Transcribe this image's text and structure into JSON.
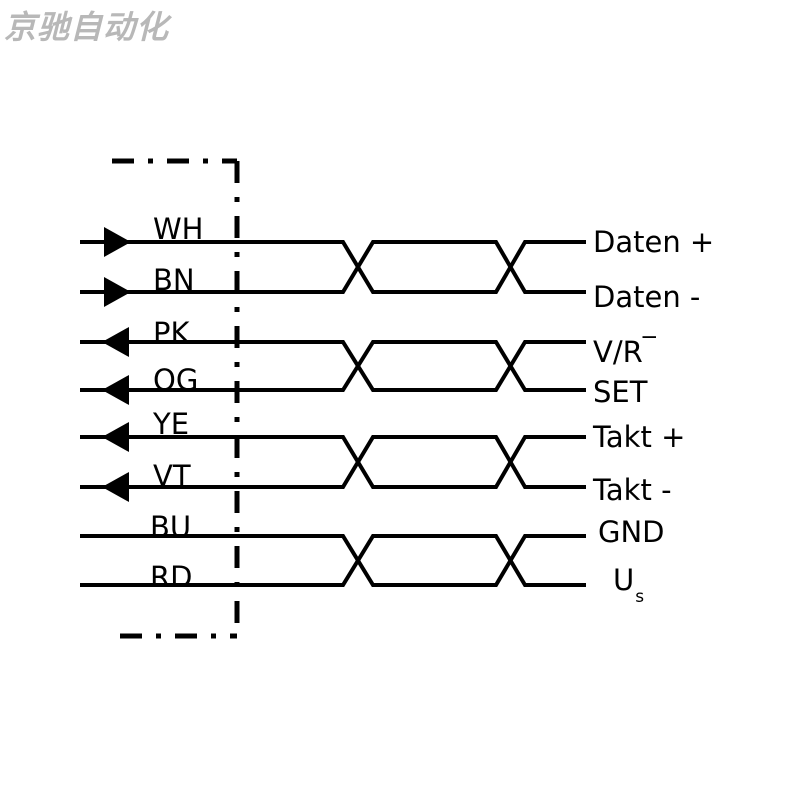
{
  "watermark": "京驰自动化",
  "wires": [
    {
      "code": "WH",
      "signal": "Daten +",
      "direction": "in"
    },
    {
      "code": "BN",
      "signal": "Daten -",
      "direction": "in"
    },
    {
      "code": "PK",
      "signal": "V/R",
      "signal_overline": "‾",
      "direction": "out"
    },
    {
      "code": "OG",
      "signal": "SET",
      "direction": "out"
    },
    {
      "code": "YE",
      "signal": "Takt +",
      "direction": "out"
    },
    {
      "code": "VT",
      "signal": "Takt -",
      "direction": "out"
    },
    {
      "code": "BU",
      "signal": "GND",
      "direction": "none"
    },
    {
      "code": "RD",
      "signal": "U",
      "signal_subscript": "s",
      "direction": "none"
    }
  ]
}
